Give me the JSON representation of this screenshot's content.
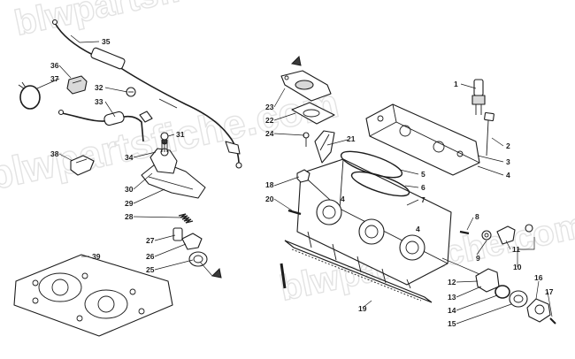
{
  "watermark": {
    "line_1": "blwpartsfiche.com",
    "line_2": "blwpartsfiche.com",
    "line_3": "blwpartsfiche.com"
  },
  "callouts": [
    {
      "id": "c1",
      "label": "1"
    },
    {
      "id": "c2",
      "label": "2"
    },
    {
      "id": "c3",
      "label": "3"
    },
    {
      "id": "c4",
      "label": "4"
    },
    {
      "id": "c5",
      "label": "5"
    },
    {
      "id": "c6",
      "label": "6"
    },
    {
      "id": "c7",
      "label": "7"
    },
    {
      "id": "c8",
      "label": "8"
    },
    {
      "id": "c9",
      "label": "9"
    },
    {
      "id": "c10",
      "label": "10"
    },
    {
      "id": "c11",
      "label": "11"
    },
    {
      "id": "c12",
      "label": "12"
    },
    {
      "id": "c13",
      "label": "13"
    },
    {
      "id": "c14",
      "label": "14"
    },
    {
      "id": "c15",
      "label": "15"
    },
    {
      "id": "c16",
      "label": "16"
    },
    {
      "id": "c17",
      "label": "17"
    },
    {
      "id": "c18",
      "label": "18"
    },
    {
      "id": "c19",
      "label": "19"
    },
    {
      "id": "c20",
      "label": "20"
    },
    {
      "id": "c21",
      "label": "21"
    },
    {
      "id": "c22",
      "label": "22"
    },
    {
      "id": "c23",
      "label": "23"
    },
    {
      "id": "c24",
      "label": "24"
    },
    {
      "id": "c25",
      "label": "25"
    },
    {
      "id": "c26",
      "label": "26"
    },
    {
      "id": "c27",
      "label": "27"
    },
    {
      "id": "c28",
      "label": "28"
    },
    {
      "id": "c29",
      "label": "29"
    },
    {
      "id": "c30",
      "label": "30"
    },
    {
      "id": "c31",
      "label": "31"
    },
    {
      "id": "c32",
      "label": "32"
    },
    {
      "id": "c33",
      "label": "33"
    },
    {
      "id": "c34",
      "label": "34"
    },
    {
      "id": "c35",
      "label": "35"
    },
    {
      "id": "c36",
      "label": "36"
    },
    {
      "id": "c37",
      "label": "37"
    },
    {
      "id": "c38",
      "label": "38"
    },
    {
      "id": "c39",
      "label": "39"
    }
  ],
  "cylinder_marks": {
    "left": "4",
    "right": "4"
  }
}
